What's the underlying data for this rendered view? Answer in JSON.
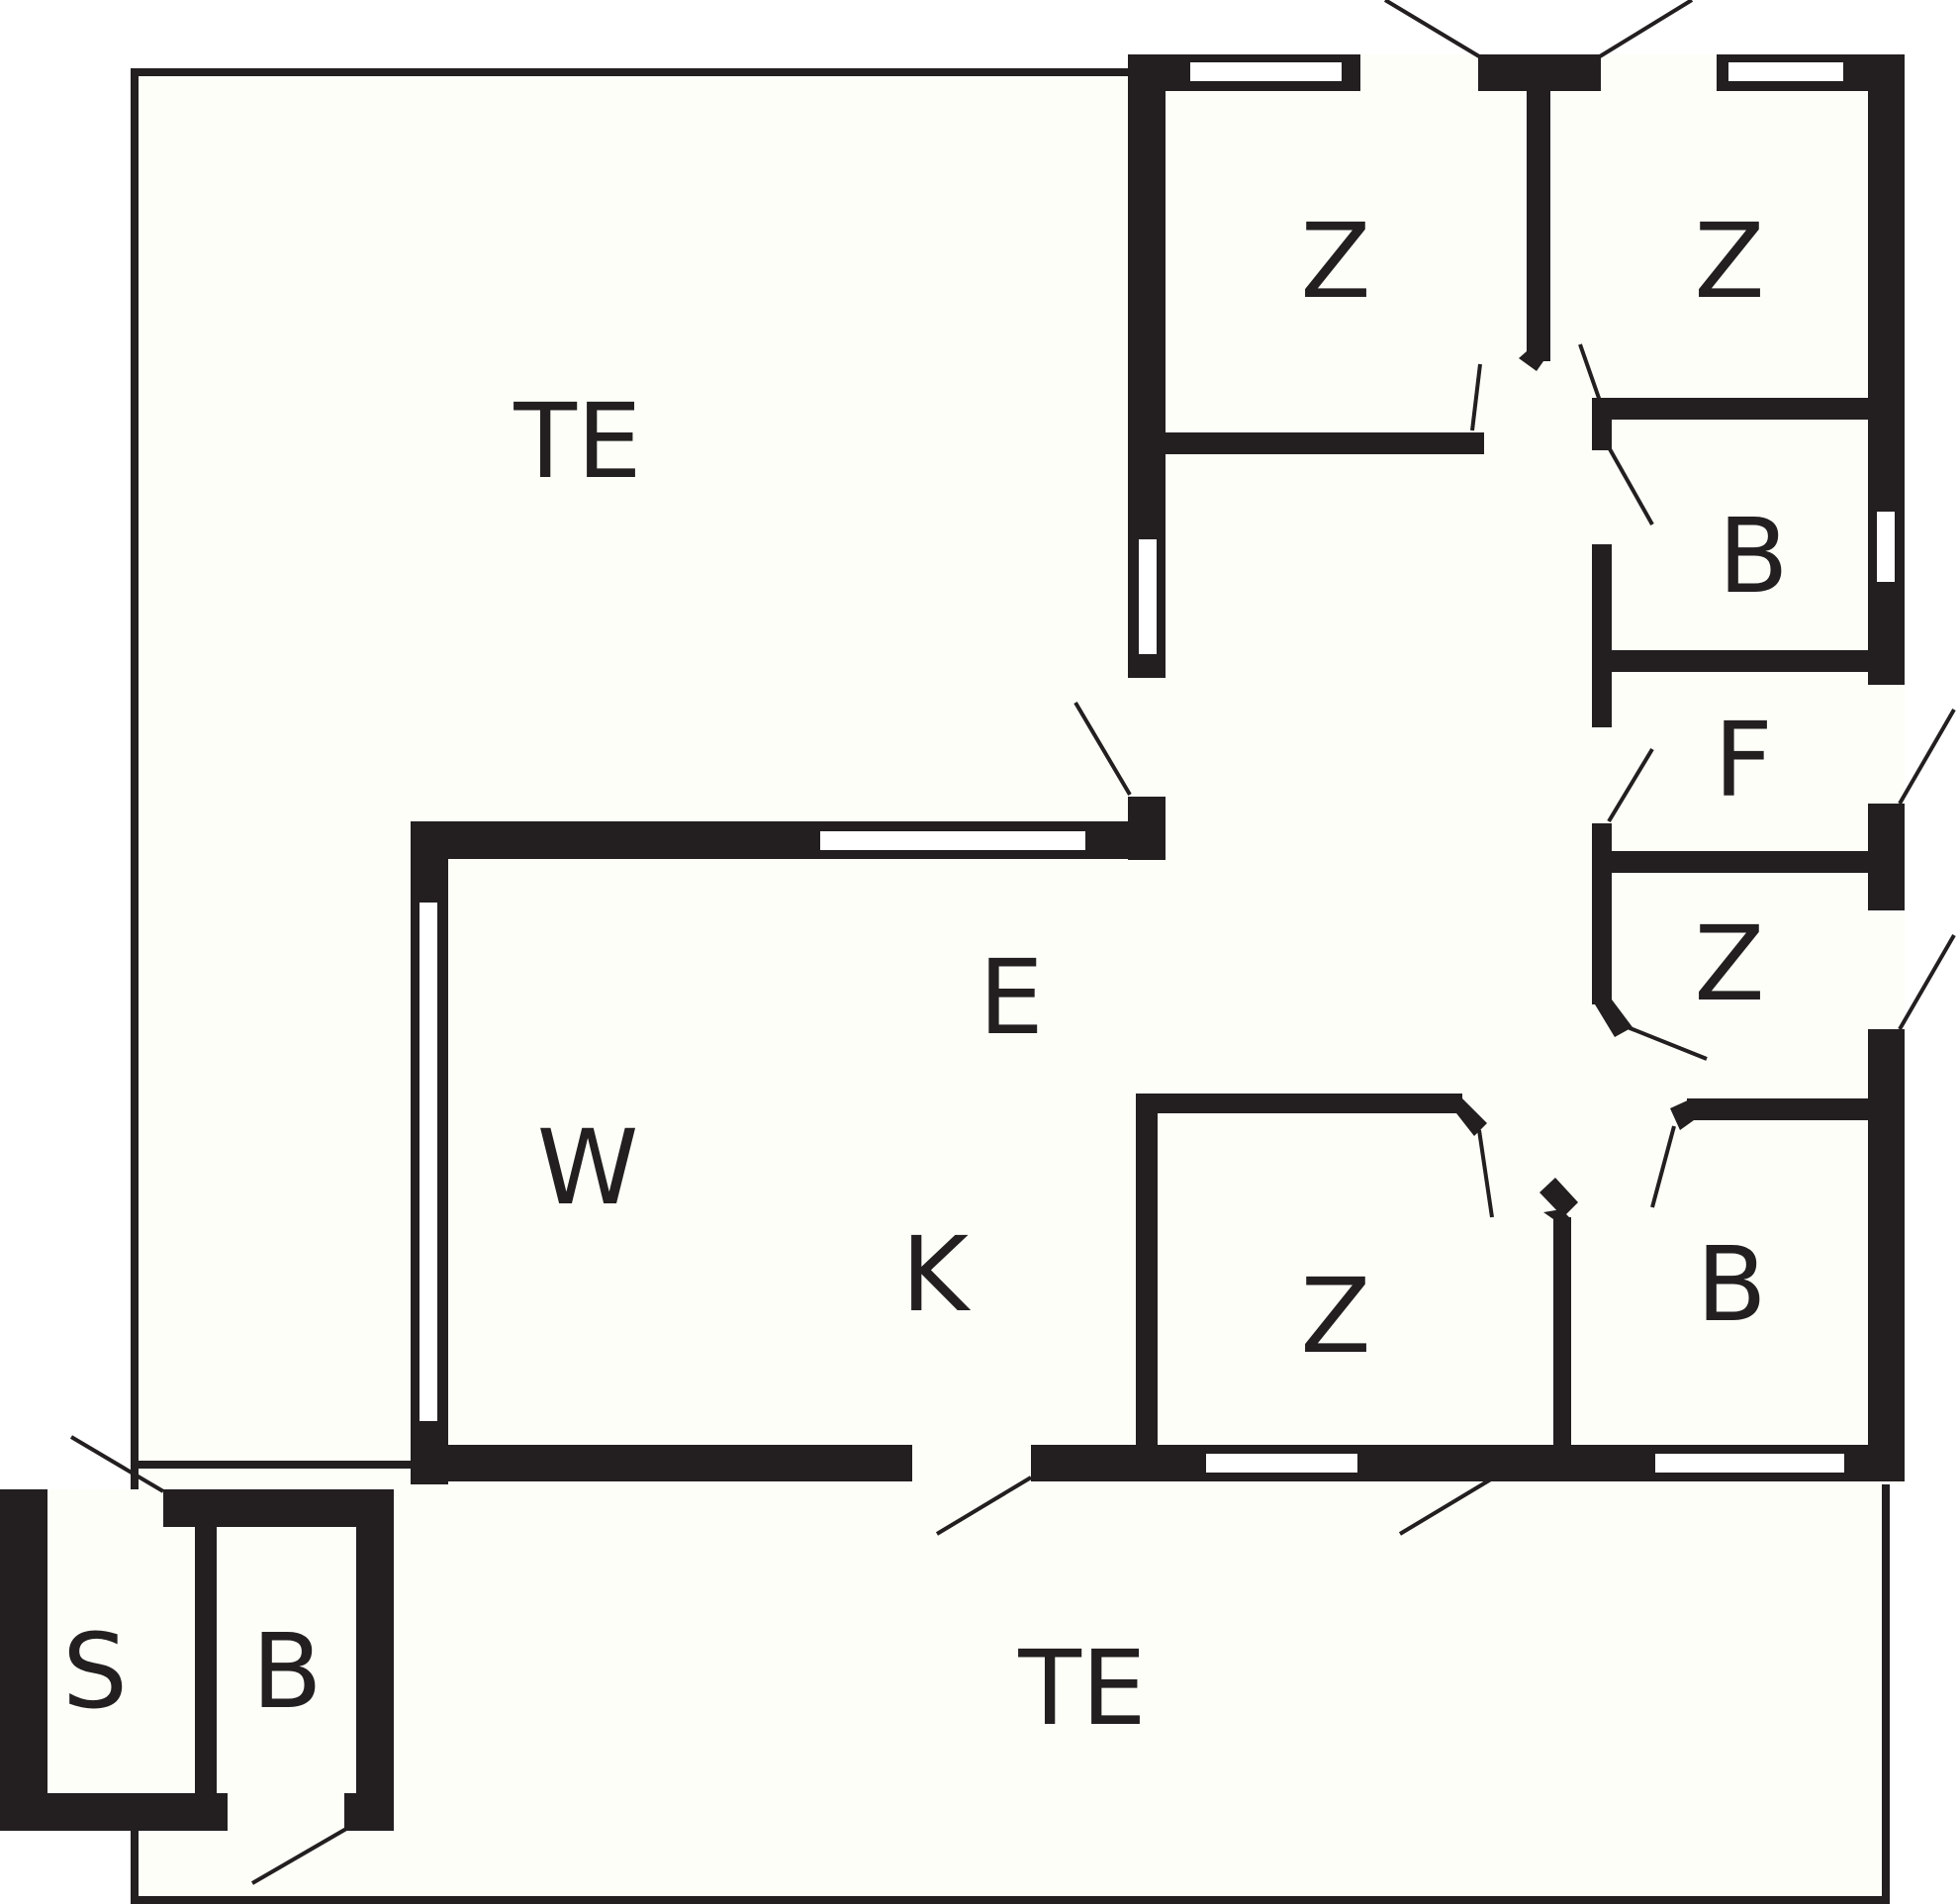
{
  "plan": {
    "colors": {
      "wall": "#231f20",
      "floor": "#fdfef8",
      "background": "#ffffff"
    },
    "room_labels": {
      "terrace_top": "TE",
      "terrace_bottom": "TE",
      "room_z1": "Z",
      "room_z2": "Z",
      "room_z3": "Z",
      "room_z4": "Z",
      "bath_1": "B",
      "bath_2": "B",
      "bath_3": "B",
      "room_f": "F",
      "hall_e": "E",
      "living_w": "W",
      "kitchen_k": "K",
      "sauna_s": "S"
    }
  }
}
